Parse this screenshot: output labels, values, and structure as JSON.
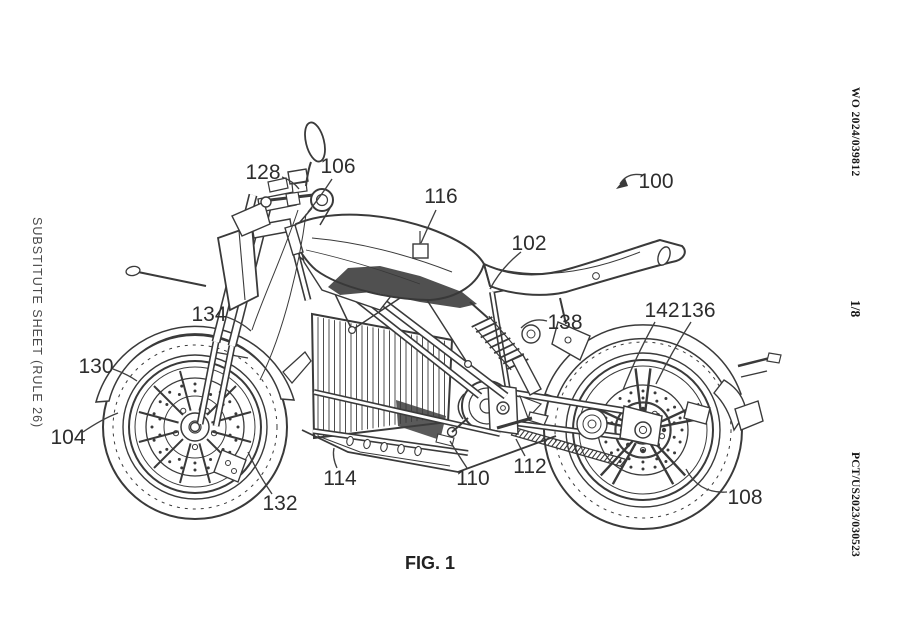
{
  "page": {
    "margin_left": "SUBSTITUTE SHEET (RULE 26)",
    "margin_right_top": "WO 2024/039812",
    "margin_right_middle": "1/8",
    "margin_right_bottom": "PCT/US2023/030523",
    "caption": "FIG. 1"
  },
  "figure": {
    "kind": "patent line drawing",
    "subject": "electric motorcycle, left side view",
    "colors": {
      "ink": "#3a3a3a",
      "paper": "#ffffff"
    },
    "reference_labels": [
      {
        "ref": "100"
      },
      {
        "ref": "102"
      },
      {
        "ref": "104"
      },
      {
        "ref": "106"
      },
      {
        "ref": "108"
      },
      {
        "ref": "110"
      },
      {
        "ref": "112"
      },
      {
        "ref": "114"
      },
      {
        "ref": "116"
      },
      {
        "ref": "128"
      },
      {
        "ref": "130"
      },
      {
        "ref": "132"
      },
      {
        "ref": "134"
      },
      {
        "ref": "136"
      },
      {
        "ref": "138"
      },
      {
        "ref": "142"
      }
    ]
  }
}
